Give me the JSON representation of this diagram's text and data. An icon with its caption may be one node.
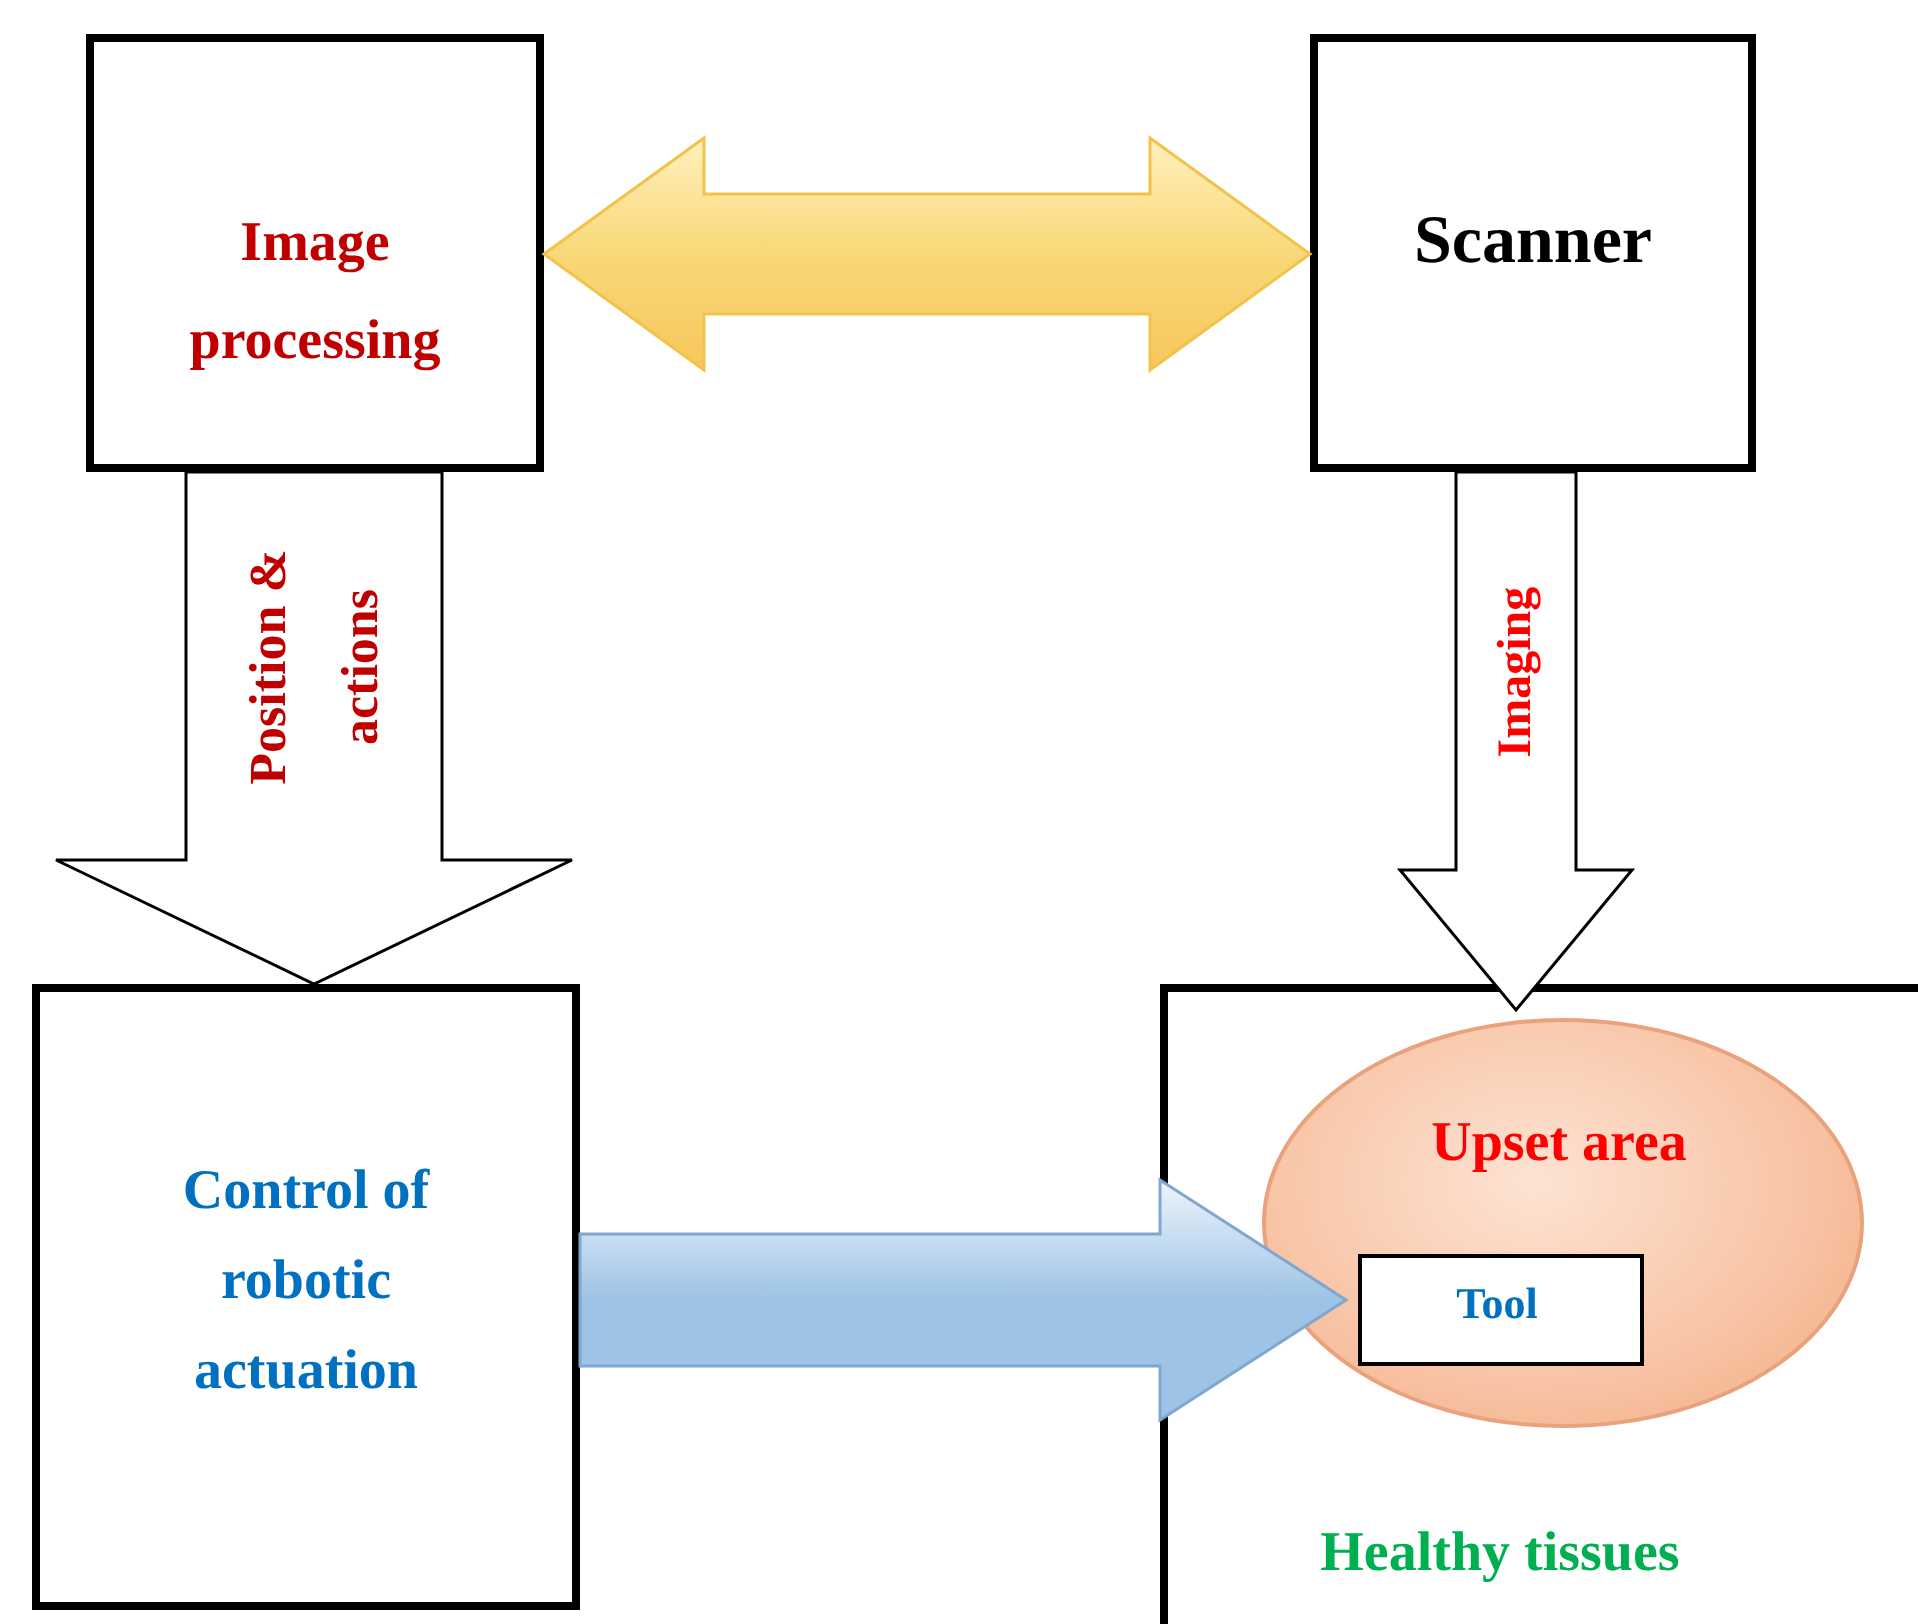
{
  "diagram": {
    "nodes": [
      {
        "text": [
          "Image processing"
        ]
      },
      {
        "text": [
          "Scanner"
        ]
      },
      {
        "text": [
          "Control of robotic actuation"
        ]
      },
      {
        "text": [
          "Healthy tissues"
        ]
      },
      {
        "text": [
          "Upset area"
        ],
        "in": 3
      },
      {
        "text": [
          "Tool"
        ],
        "in": 4
      }
    ],
    "edges": [
      {
        "from": 0,
        "to": 1,
        "arrow": "both",
        "color": "#f9d877"
      },
      {
        "from": 0,
        "to": 2,
        "arrow": "to",
        "label": "Position & actions"
      },
      {
        "from": 1,
        "to": 4,
        "arrow": "to",
        "label": "Imaging"
      },
      {
        "from": 2,
        "to": 5,
        "arrow": "to",
        "color": "#9dc3e6"
      }
    ]
  }
}
